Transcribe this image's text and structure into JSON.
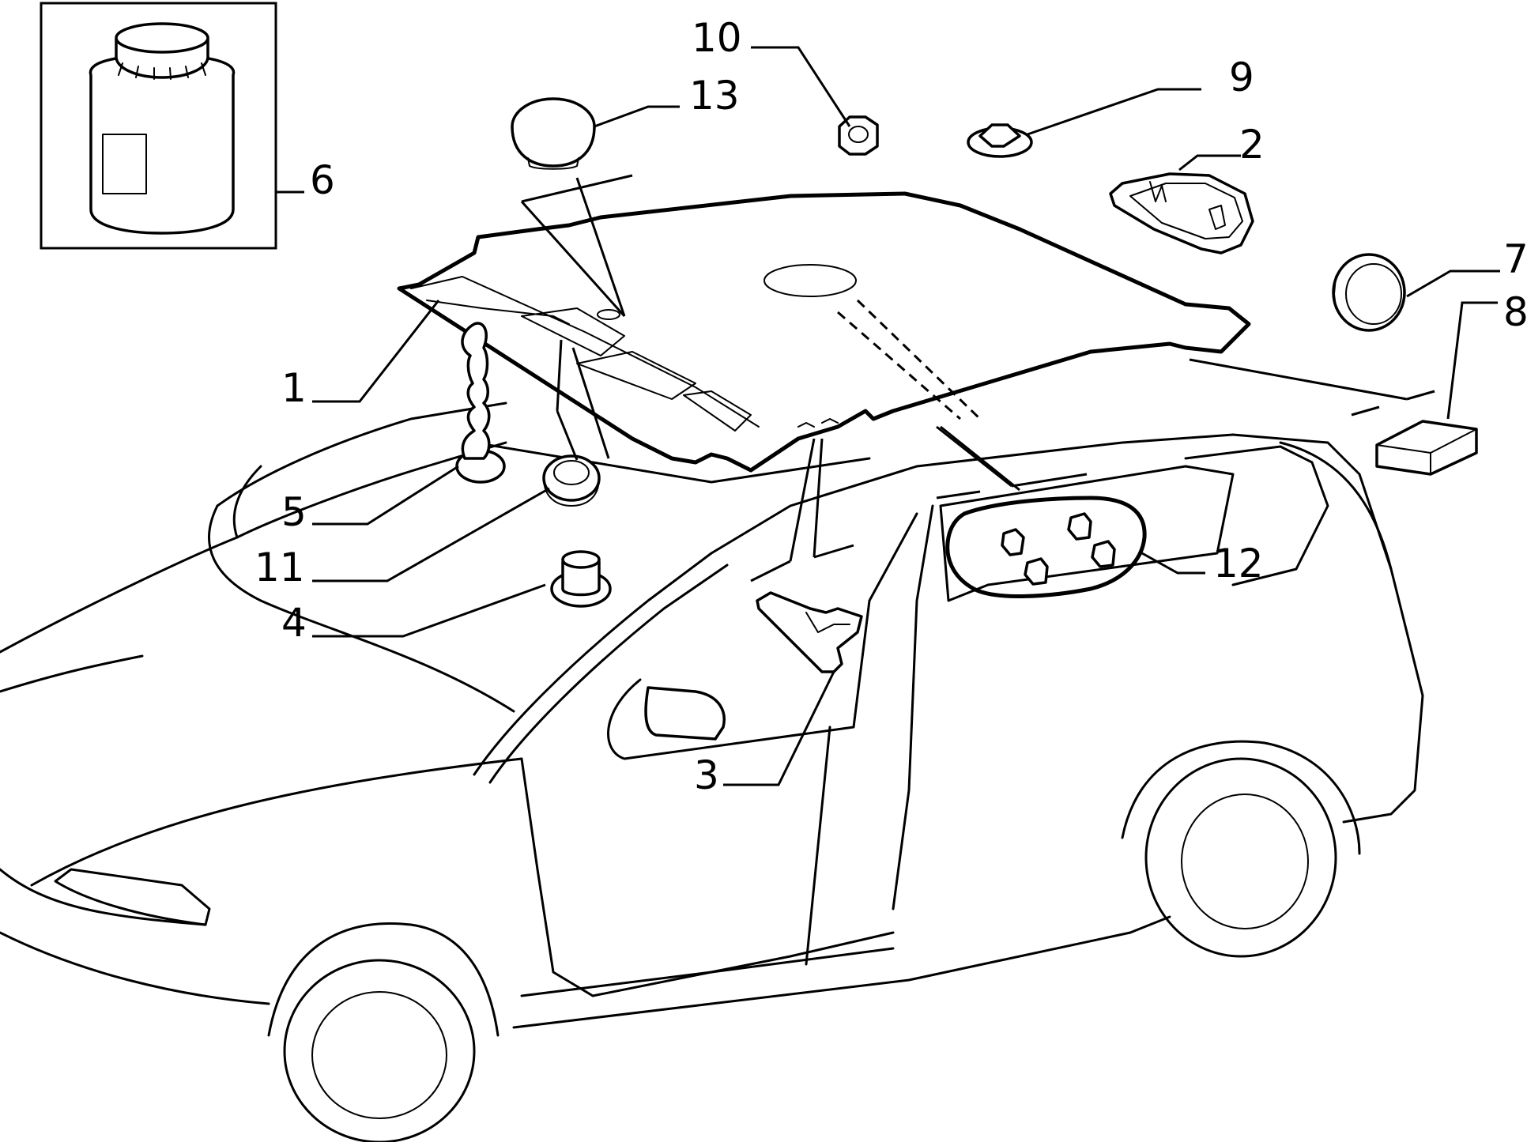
{
  "diagram": {
    "callouts": {
      "c1": "1",
      "c2": "2",
      "c3": "3",
      "c4": "4",
      "c5": "5",
      "c6": "6",
      "c7": "7",
      "c8": "8",
      "c9": "9",
      "c10": "10",
      "c11": "11",
      "c12": "12",
      "c13": "13"
    },
    "line_color": "#000000",
    "background": "#ffffff"
  }
}
